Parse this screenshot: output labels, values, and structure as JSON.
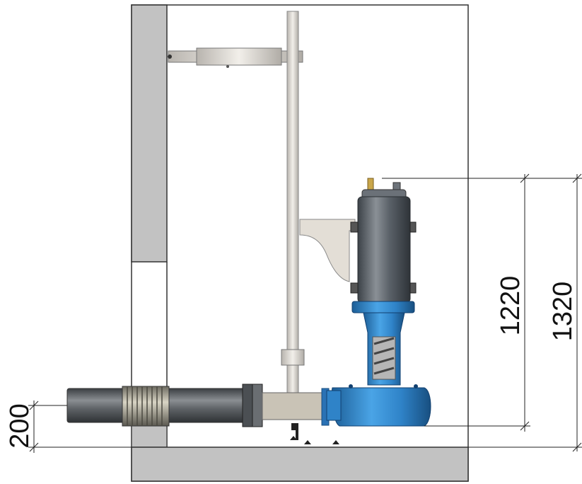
{
  "drawing": {
    "dimensions": {
      "pipe_height": "200",
      "pump_height_inner": "1220",
      "pump_height_overall": "1320"
    }
  },
  "colors": {
    "wall": "#c2c2c2",
    "pump_motor": "#5b6269",
    "pump_volute": "#2f83c8",
    "pipe": "#5e6266",
    "guide_rail": "#dcd8d2",
    "dimension_line": "#222222"
  }
}
